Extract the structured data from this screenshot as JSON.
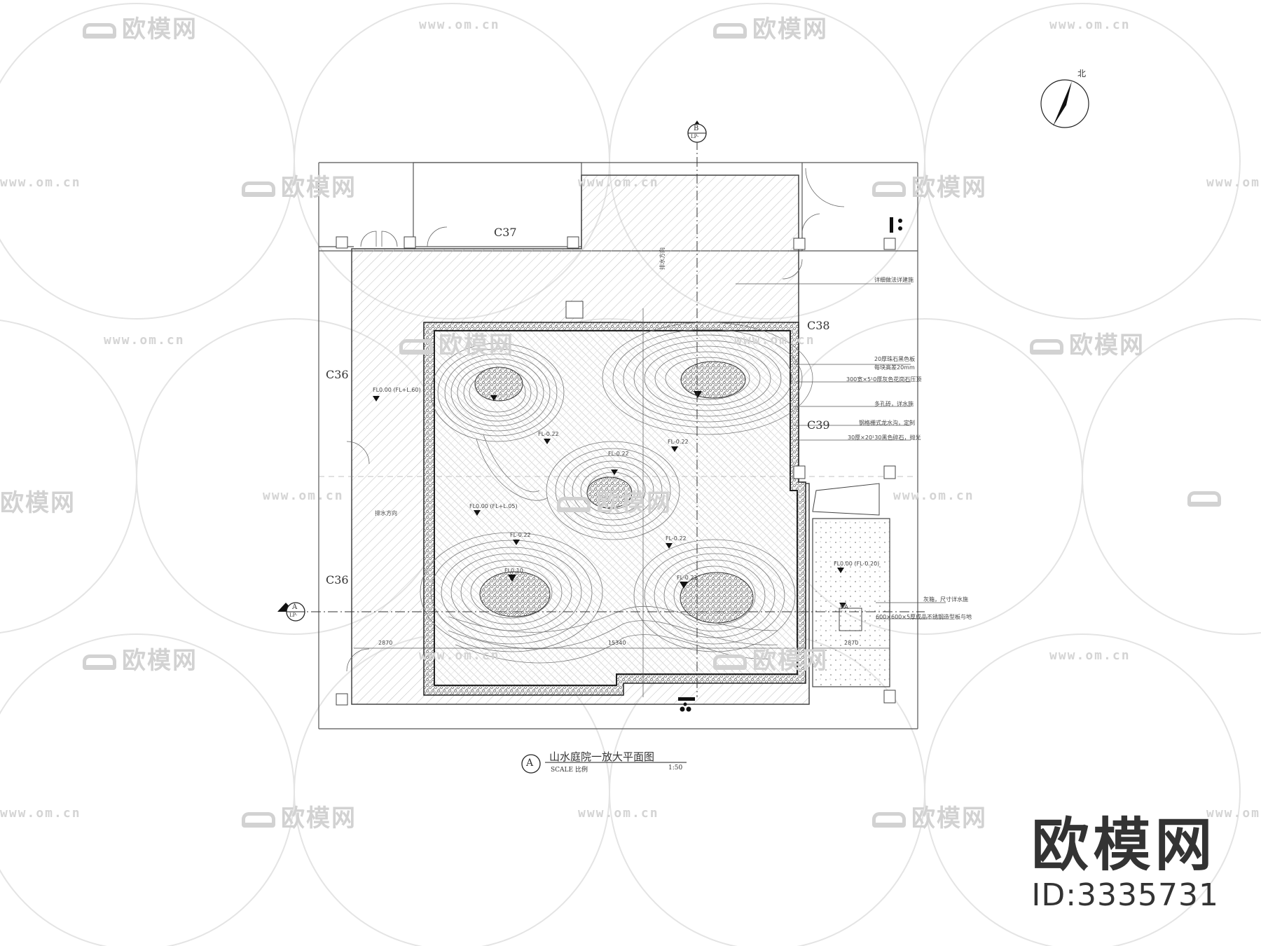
{
  "drawing": {
    "title": "山水庭院一放大平面图",
    "title_marker": "A",
    "scale_label": "SCALE 比例",
    "scale_value": "1:50",
    "north_label": "北",
    "section_marker_top": "B",
    "section_marker_top_sub": "LP-",
    "section_marker_left": "A",
    "section_marker_left_sub": "LP-"
  },
  "column_labels": {
    "c36_upper": "C36",
    "c36_lower": "C36",
    "c37": "C37",
    "c38": "C38",
    "c39": "C39"
  },
  "notes": {
    "n1": "详细做法详建施",
    "n2": "20厚珠石黑色板",
    "n3": "每块高差20mm",
    "n4": "300宽×5¹0厚灰色花岗石压顶",
    "n5": "多孔砖，详水施",
    "n6": "钢格栅式龙水沟，定制",
    "n7": "30厚×20¹30黑色碎石，抛光",
    "n8": "灰箱，尺寸详水施",
    "n9": "600×600×5厚成品不锈钢造型板与地",
    "drain_label": "排水方向",
    "drain_label_2": "排水方向"
  },
  "levels": {
    "l1": "FL0.00 (FL+L.60)",
    "l2": "FL-0.22",
    "l3": "FL-0.22",
    "l4": "FL-0.22",
    "l5": "FL0.00 (FL+L.05)",
    "l6": "FL-0.22",
    "l7": "FL-0.22",
    "l8": "FL-0.22",
    "l9": "FL0.10",
    "l10": "FL0.00 (FL-0.20)"
  },
  "dimensions": {
    "d1": "2870",
    "d2": "15340",
    "d3": "2870",
    "pa": "PA"
  },
  "watermark": {
    "brand": "欧模网",
    "url": "www.om.cn",
    "footer_brand": "欧模网",
    "footer_id": "ID:3335731"
  }
}
